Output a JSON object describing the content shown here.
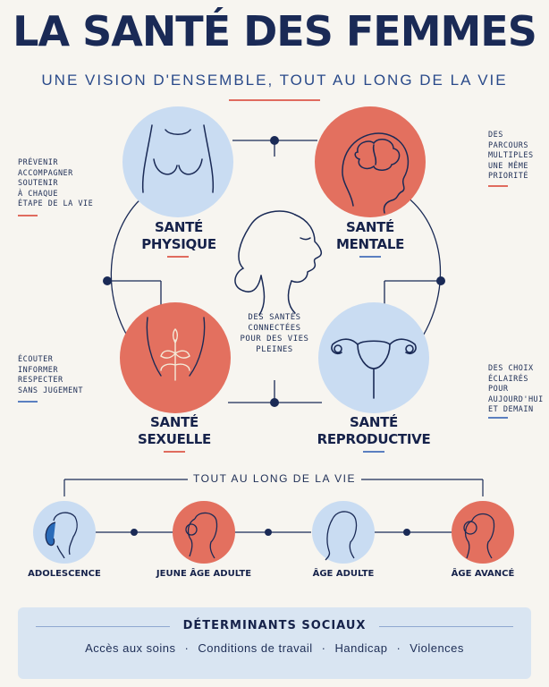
{
  "header": {
    "title": "LA SANTÉ DES FEMMES",
    "subtitle": "UNE VISION D'ENSEMBLE, TOUT AU LONG DE LA VIE"
  },
  "side_notes": {
    "top_left": "PRÉVENIR\nACCOMPAGNER\nSOUTENIR\nÀ CHAQUE\nÉTAPE DE LA VIE",
    "top_right": "DES\nPARCOURS\nMULTIPLES\nUNE MÊME\nPRIORITÉ",
    "bottom_left": "ÉCOUTER\nINFORMER\nRESPECTER\nSANS JUGEMENT",
    "bottom_right": "DES CHOIX\nÉCLAIRÉS\nPOUR\nAUJOURD'HUI\nET DEMAIN"
  },
  "health_areas": {
    "physical": {
      "line1": "SANTÉ",
      "line2": "PHYSIQUE",
      "color": "#c9dcf2"
    },
    "mental": {
      "line1": "SANTÉ",
      "line2": "MENTALE",
      "color": "#e3705f"
    },
    "sexual": {
      "line1": "SANTÉ",
      "line2": "SEXUELLE",
      "color": "#e3705f"
    },
    "reproductive": {
      "line1": "SANTÉ",
      "line2": "REPRODUCTIVE",
      "color": "#c9dcf2"
    }
  },
  "center_text": "DES SANTÉS\nCONNECTÉES\nPOUR DES VIES\nPLEINES",
  "life_stages": {
    "heading": "TOUT AU LONG DE LA VIE",
    "stages": [
      {
        "label": "ADOLESCENCE",
        "icon": "adolescent-woman-icon"
      },
      {
        "label": "JEUNE ÂGE ADULTE",
        "icon": "young-woman-icon"
      },
      {
        "label": "ÂGE ADULTE",
        "icon": "adult-woman-icon"
      },
      {
        "label": "ÂGE AVANCÉ",
        "icon": "older-woman-icon"
      }
    ]
  },
  "determinants": {
    "title": "DÉTERMINANTS SOCIAUX",
    "items": [
      "Accès aux soins",
      "Conditions de travail",
      "Handicap",
      "Violences"
    ],
    "separator": "·"
  },
  "colors": {
    "navy": "#1a2a56",
    "coral": "#e3705f",
    "light_blue": "#c9dcf2",
    "background": "#f7f5f0"
  }
}
